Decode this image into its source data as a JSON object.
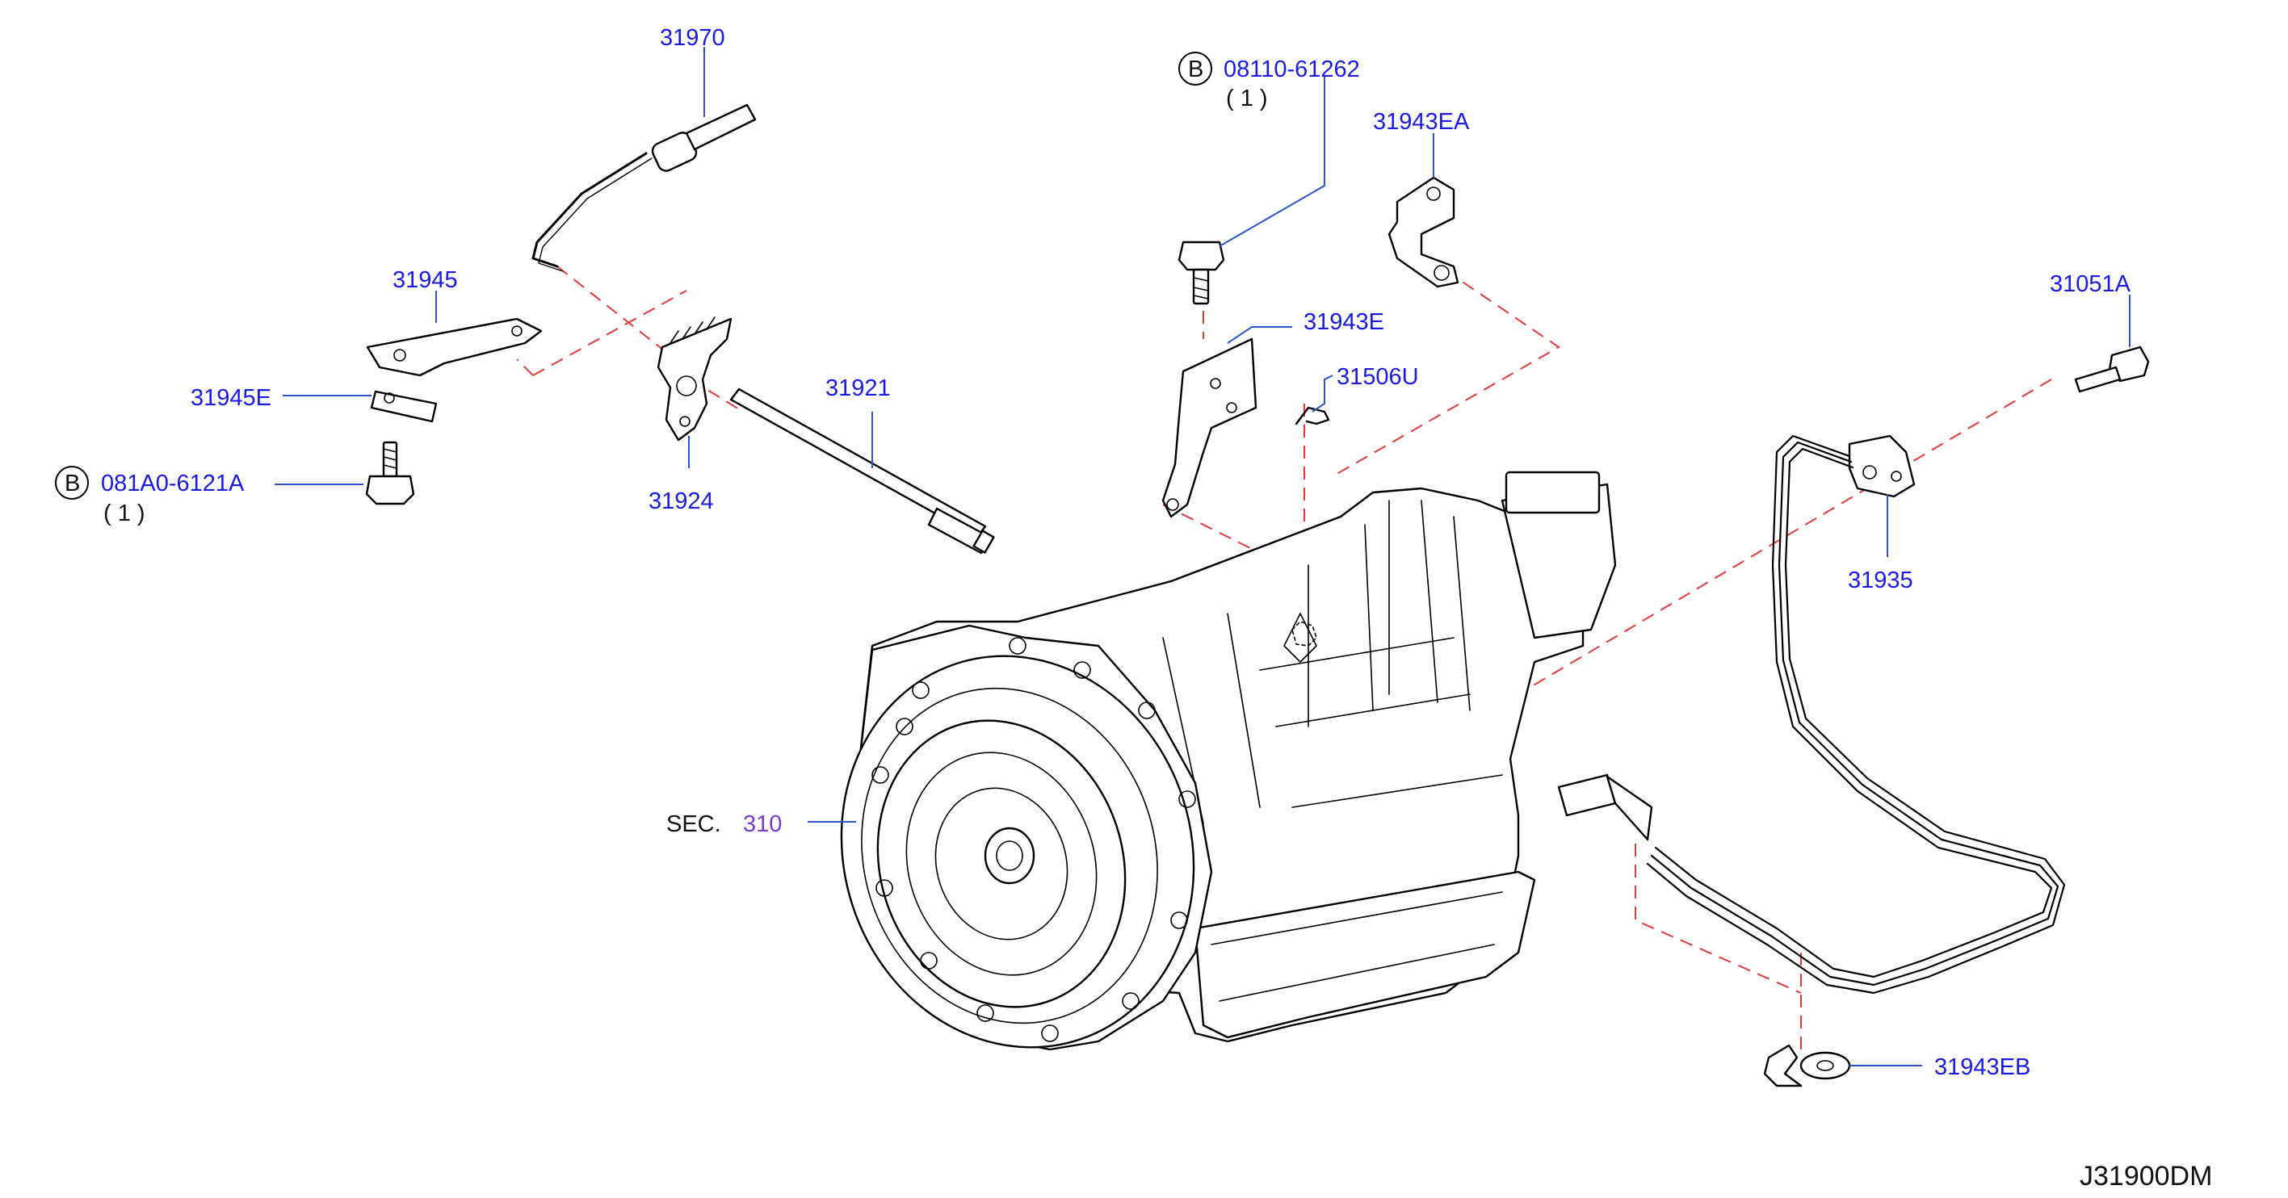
{
  "colors": {
    "part_number_label": "#1a1ae6",
    "leader_line": "#2a55c8",
    "dashed_assembly_line": "#e03a3a",
    "section_number": "#7a3cd6",
    "line_art": "#000000"
  },
  "labels": {
    "p31970": "31970",
    "p31945": "31945",
    "p31945E": "31945E",
    "bolt_left_code": "081A0-6121A",
    "bolt_left_qty": "( 1 )",
    "p31924": "31924",
    "p31921": "31921",
    "bolt_top_code": "08110-61262",
    "bolt_top_qty": "( 1 )",
    "p31943EA": "31943EA",
    "p31943E": "31943E",
    "p31506U": "31506U",
    "p31051A": "31051A",
    "p31935": "31935",
    "p31943EB": "31943EB",
    "sec_prefix": "SEC.",
    "sec_number": "310",
    "b_marker": "B",
    "diagram_code": "J31900DM"
  }
}
